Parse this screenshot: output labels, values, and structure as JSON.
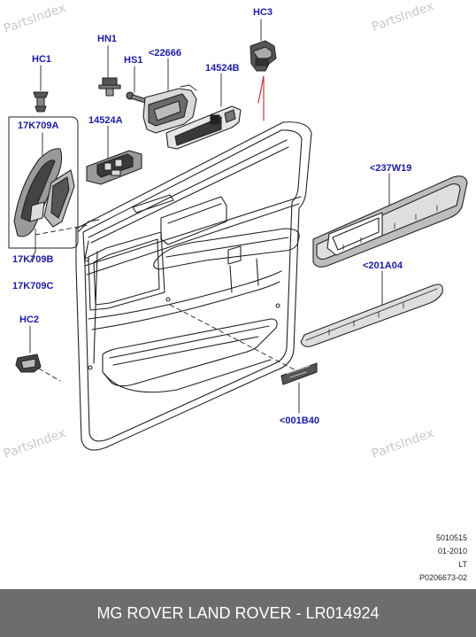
{
  "watermarks": [
    "PartsIndex",
    "PartsIndex",
    "PartsIndex",
    "PartsIndex"
  ],
  "labels": {
    "hc3": "HC3",
    "hn1": "HN1",
    "p22666": "<22666",
    "hs1": "HS1",
    "hc1": "HC1",
    "p14524b": "14524B",
    "p17k709a": "17K709A",
    "p14524a": "14524A",
    "p237w19": "<237W19",
    "p17k709b": "17K709B",
    "p17k709c": "17K709C",
    "p201a04": "<201A04",
    "hc2": "HC2",
    "p001b40": "<001B40"
  },
  "meta": {
    "line1": "5010515",
    "line2": "01-2010",
    "line3": "LT",
    "line4": "P0206673-02"
  },
  "footer": {
    "title": "MG ROVER LAND ROVER - LR014924"
  },
  "colors": {
    "label": "#1a1ab0",
    "leader_red": "#d42020",
    "footer_bg": "#6d6d6d"
  }
}
